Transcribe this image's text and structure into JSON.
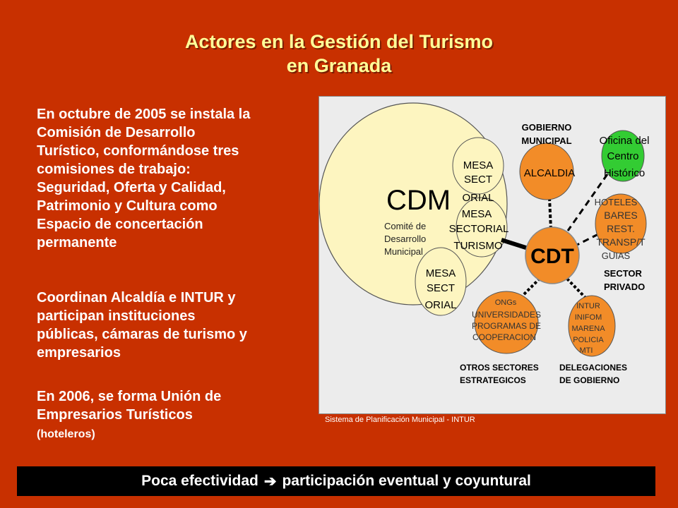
{
  "title": {
    "line1": "Actores en la Gestión del Turismo",
    "line2": "en Granada"
  },
  "text": {
    "p1_lines": [
      "En octubre de 2005 se instala la",
      "Comisión de Desarrollo",
      "Turístico, conformándose tres",
      "comisiones de trabajo:",
      "Seguridad, Oferta y Calidad,",
      "Patrimonio y Cultura como",
      "Espacio de concertación",
      "permanente"
    ],
    "p2_lines": [
      "Coordinan Alcaldía e INTUR y",
      "participan instituciones",
      "públicas, cámaras de turismo y",
      "empresarios"
    ],
    "p3_line1": "En 2006, se forma Unión de",
    "p3_line2_main": "Empresarios Turísticos",
    "p3_line2_small": "(hoteleros)"
  },
  "diagram": {
    "cdm_title": "CDM",
    "cdm_sub": [
      "Comité de",
      "Desarrollo",
      "Municipal"
    ],
    "mesa1": [
      "MESA",
      "SECT",
      "ORIAL"
    ],
    "mesa2": [
      "MESA",
      "SECTORIAL",
      "TURISMO"
    ],
    "mesa3": [
      "MESA",
      "SECT",
      "ORIAL"
    ],
    "gobierno": [
      "GOBIERNO",
      "MUNICIPAL"
    ],
    "alcaldia": "ALCALDIA",
    "oficina": [
      "Oficina del",
      "Centro",
      "Histórico"
    ],
    "hoteles": [
      "HOTELES",
      "BARES",
      "REST.",
      "TRANSP/T",
      "GUIAS"
    ],
    "sector_privado": [
      "SECTOR",
      "PRIVADO"
    ],
    "cdt": "CDT",
    "ongs": [
      "ONGs",
      "UNIVERSIDADES",
      "PROGRAMAS DE",
      "COOPERACION"
    ],
    "intur": [
      "INTUR",
      "INIFOM",
      "MARENA",
      "POLICIA",
      "MTI"
    ],
    "otros": [
      "OTROS SECTORES",
      "ESTRATEGICOS"
    ],
    "delegaciones": [
      "DELEGACIONES",
      "DE GOBIERNO"
    ]
  },
  "source": "Sistema de Planificación Municipal - INTUR",
  "footer": {
    "left": "Poca efectividad",
    "arrow": "➔",
    "right": "participación eventual  y coyuntural"
  },
  "colors": {
    "background": "#c83000",
    "title": "#ffff99",
    "cdm_fill": "#fdf5c0",
    "orange_node": "#f28c28",
    "green_node": "#33cc33"
  }
}
